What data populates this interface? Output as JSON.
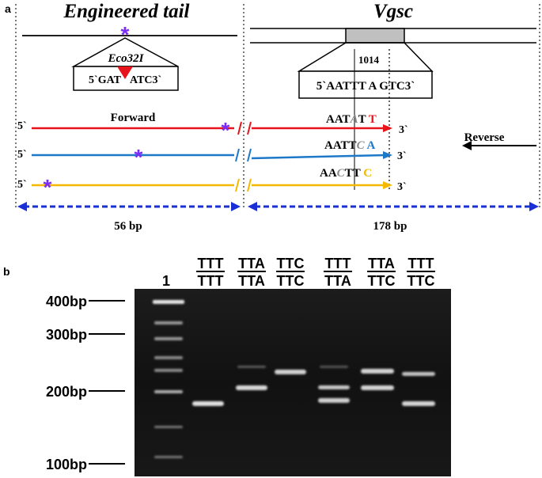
{
  "panel_a": {
    "label": "a",
    "tail_title": "Engineered tail",
    "gene_title": "Vgsc",
    "enzyme_name": "Eco32I",
    "site_seq_left": "5`GAT",
    "site_seq_right": "ATC3`",
    "position_label": "1014",
    "gene_seq": "5`AATTT A GTC3`",
    "forward_label": "Forward",
    "reverse_label": "Reverse",
    "primers": [
      {
        "color": "#e8141b",
        "five_prime": "5`",
        "three_prime": "3`",
        "seq_a": "AAT",
        "seq_mm": "A",
        "seq_b": "T",
        "seq_end": "T",
        "end_color": "#e8141b"
      },
      {
        "color": "#1e78c8",
        "five_prime": "5`",
        "three_prime": "3`",
        "seq_a": "AATT",
        "seq_mm": "C",
        "seq_b": "",
        "seq_end": "A",
        "end_color": "#1e78c8"
      },
      {
        "color": "#f5b800",
        "five_prime": "5`",
        "three_prime": "3`",
        "seq_a": "AA",
        "seq_mm": "C",
        "seq_b": "TT",
        "seq_end": "C",
        "end_color": "#f5b800"
      }
    ],
    "size_tail": "56 bp",
    "size_gene": "178 bp",
    "star_symbol": "*",
    "colors": {
      "star": "#7b2cf5",
      "arrow": "#1a2fd6",
      "box": "#c0c0c0",
      "mismatch": "#8a8a8a"
    }
  },
  "panel_b": {
    "label": "b",
    "ladder_label": "1",
    "markers": [
      "400bp",
      "300bp",
      "200bp",
      "100bp"
    ],
    "lanes": [
      {
        "top": "TTT",
        "bottom": "TTT"
      },
      {
        "top": "TTA",
        "bottom": "TTA"
      },
      {
        "top": "TTC",
        "bottom": "TTC"
      },
      {
        "top": "TTT",
        "bottom": "TTA"
      },
      {
        "top": "TTA",
        "bottom": "TTC"
      },
      {
        "top": "TTT",
        "bottom": "TTC"
      }
    ]
  }
}
